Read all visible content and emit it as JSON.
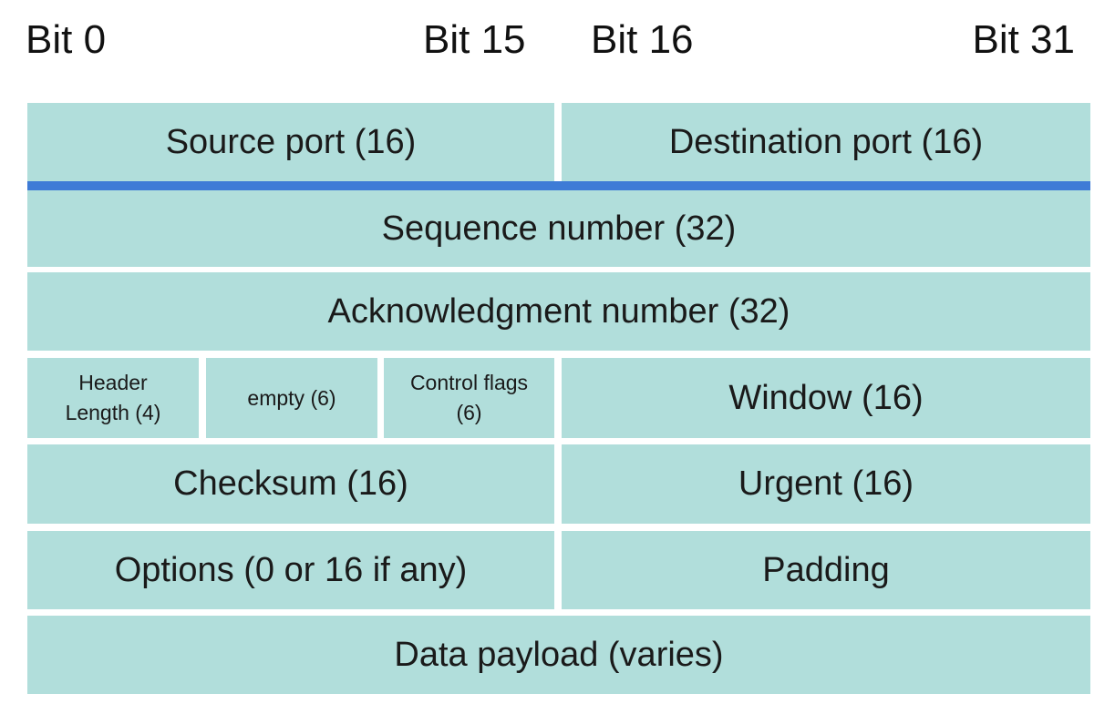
{
  "bits": {
    "start": "Bit 0",
    "half_end": "Bit 15",
    "half_start": "Bit 16",
    "end": "Bit 31"
  },
  "fields": {
    "source_port": "Source port (16)",
    "destination_port": "Destination port (16)",
    "sequence_number": "Sequence number (32)",
    "ack_number": "Acknowledgment number (32)",
    "header_length": "Header Length (4)",
    "empty": "empty (6)",
    "control_flags": "Control flags (6)",
    "window": "Window (16)",
    "checksum": "Checksum (16)",
    "urgent": "Urgent (16)",
    "options": "Options (0 or 16 if any)",
    "padding": "Padding",
    "data_payload": "Data payload (varies)"
  },
  "colors": {
    "cell_fill": "#b1dedb",
    "divider": "#3e7bd6"
  }
}
